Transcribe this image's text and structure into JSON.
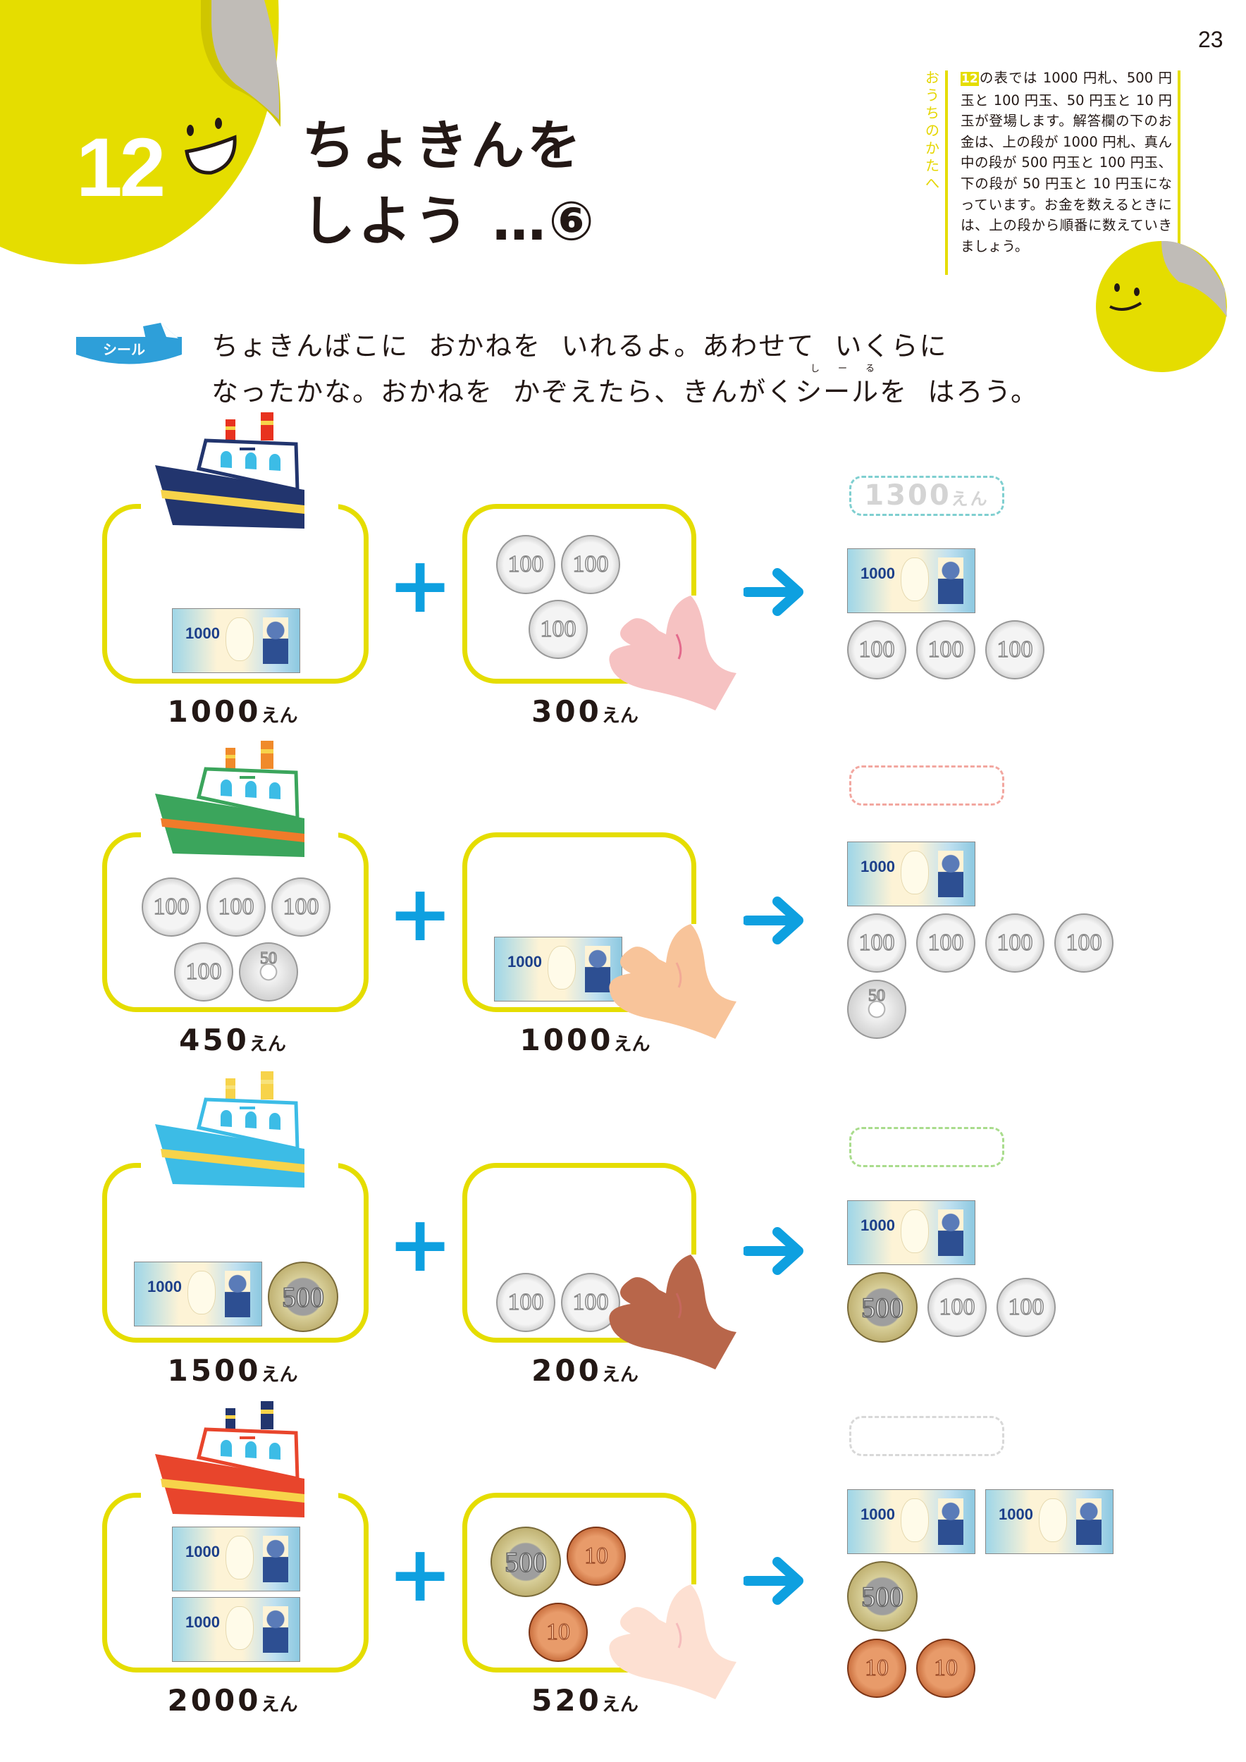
{
  "page_number": "23",
  "lesson_number": "12",
  "title": {
    "line1": "ちょきんを",
    "line2": "しよう …⑥"
  },
  "parent_note": {
    "label": "おうちのかたへ",
    "ref": "12",
    "text": "の表では 1000 円札、500 円玉と 100 円玉、50 円玉と 10 円玉が登場します。解答欄の下のお金は、上の段が 1000 円札、真ん中の段が 500 円玉と 100 円玉、下の段が 50 円玉と 10 円玉になっています。お金を数えるときには、上の段から順番に数えていきましょう。"
  },
  "sticker_badge": "シール",
  "instruction": {
    "line1": "ちょきんばこに  おかねを  いれるよ。あわせて  いくらに",
    "line2": "なったかな。おかねを  かぞえたら、きんがくシールを  はろう。",
    "furigana": "しーる"
  },
  "unit": "えん",
  "denominations": {
    "bill1000": "1000",
    "c500": "500",
    "c100": "100",
    "c50": "50",
    "c10": "10"
  },
  "colors": {
    "accent_yellow": "#e5dd00",
    "plus_blue": "#0ea0e0"
  },
  "rows": [
    {
      "left_amount": "1000",
      "left_items": [
        "bill1000"
      ],
      "right_amount": "300",
      "right_items": [
        "c100",
        "c100",
        "c100"
      ],
      "answer": "1300",
      "answer_border": "#7fcfd0",
      "answer_rows": [
        [
          "bill1000"
        ],
        [
          "c100",
          "c100",
          "c100"
        ]
      ],
      "ship": {
        "hull": "#22356e",
        "stripe": "#f7d34a",
        "funnel": "#e8321f",
        "band": "#f7d34a"
      },
      "hand": "#f6c2c2"
    },
    {
      "left_amount": "450",
      "left_items": [
        "c100",
        "c100",
        "c100",
        "c100",
        "c50"
      ],
      "right_amount": "1000",
      "right_items": [
        "bill1000"
      ],
      "answer": "",
      "answer_border": "#f2a7a0",
      "answer_rows": [
        [
          "bill1000"
        ],
        [
          "c100",
          "c100",
          "c100",
          "c100"
        ],
        [
          "c50"
        ]
      ],
      "ship": {
        "hull": "#3ba55c",
        "stripe": "#f07b2a",
        "funnel": "#f08a2a",
        "band": "#f7d34a"
      },
      "hand": "#f8c49a"
    },
    {
      "left_amount": "1500",
      "left_items": [
        "bill1000",
        "c500"
      ],
      "right_amount": "200",
      "right_items": [
        "c100",
        "c100"
      ],
      "answer": "",
      "answer_border": "#a9dc8c",
      "answer_rows": [
        [
          "bill1000"
        ],
        [
          "c500",
          "c100",
          "c100"
        ]
      ],
      "ship": {
        "hull": "#3cbce6",
        "stripe": "#f7d34a",
        "funnel": "#f7d34a",
        "band": "#f7e27a"
      },
      "hand": "#b8664a"
    },
    {
      "left_amount": "2000",
      "left_items": [
        "bill1000",
        "bill1000"
      ],
      "right_amount": "520",
      "right_items": [
        "c500",
        "c10",
        "c10"
      ],
      "answer": "",
      "answer_border": "#d8d8d8",
      "answer_rows": [
        [
          "bill1000",
          "bill1000"
        ],
        [
          "c500"
        ],
        [
          "c10",
          "c10"
        ]
      ],
      "ship": {
        "hull": "#e8452c",
        "stripe": "#f7d34a",
        "funnel": "#22356e",
        "band": "#f7d34a"
      },
      "hand": "#fde0d2"
    }
  ]
}
